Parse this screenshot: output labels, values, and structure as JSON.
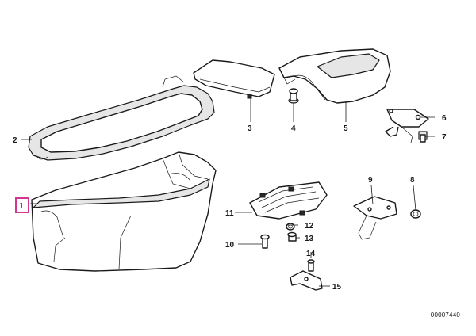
{
  "diagram": {
    "drawing_number": "00007440",
    "highlight_color": "#d1378f",
    "highlighted_callout": "1",
    "callouts": [
      {
        "id": "c1",
        "label": "1"
      },
      {
        "id": "c2",
        "label": "2"
      },
      {
        "id": "c3",
        "label": "3"
      },
      {
        "id": "c4",
        "label": "4"
      },
      {
        "id": "c5",
        "label": "5"
      },
      {
        "id": "c6",
        "label": "6"
      },
      {
        "id": "c7",
        "label": "7"
      },
      {
        "id": "c8",
        "label": "8"
      },
      {
        "id": "c9",
        "label": "9"
      },
      {
        "id": "c10",
        "label": "10"
      },
      {
        "id": "c11",
        "label": "11"
      },
      {
        "id": "c12",
        "label": "12"
      },
      {
        "id": "c13",
        "label": "13"
      },
      {
        "id": "c14",
        "label": "14"
      },
      {
        "id": "c15",
        "label": "15"
      }
    ]
  }
}
